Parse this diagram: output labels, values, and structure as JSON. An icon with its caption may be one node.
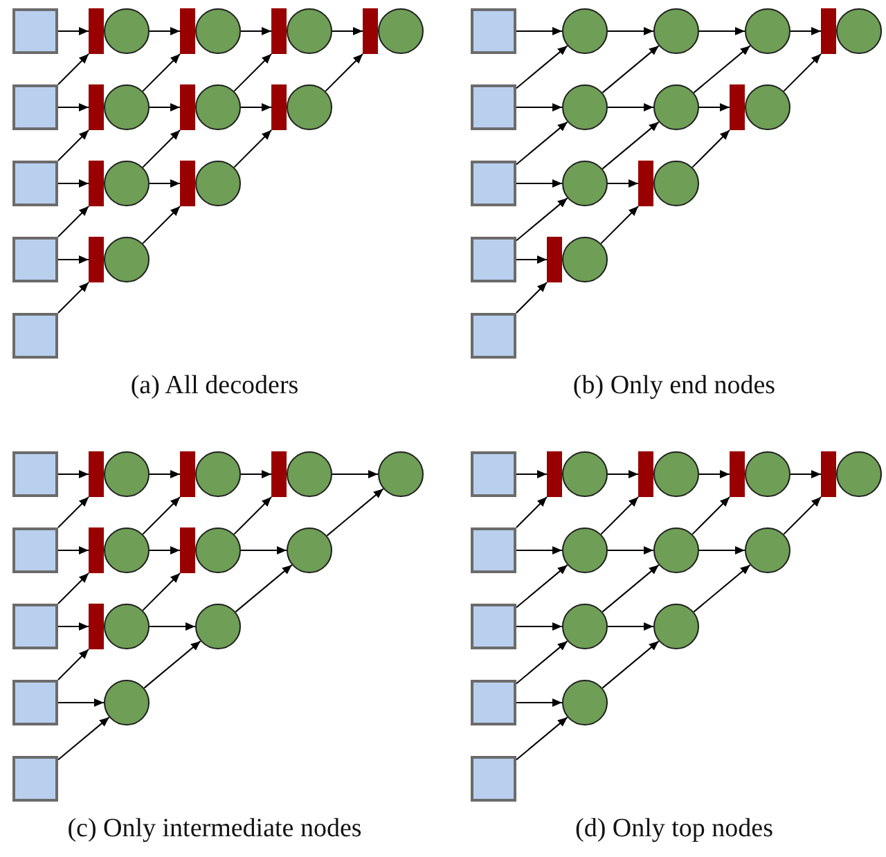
{
  "diagram": {
    "nodes": [
      {
        "text": [],
        "shape": "box"
      },
      {
        "text": [],
        "shape": "bar"
      },
      {
        "text": [],
        "shape": "circle"
      },
      {
        "text": [],
        "shape": "bar"
      },
      {
        "text": [],
        "shape": "circle"
      },
      {
        "text": [],
        "shape": "bar"
      },
      {
        "text": [],
        "shape": "circle"
      },
      {
        "text": [],
        "shape": "bar"
      },
      {
        "text": [],
        "shape": "circle"
      },
      {
        "text": [],
        "shape": "box"
      },
      {
        "text": [],
        "shape": "bar"
      },
      {
        "text": [],
        "shape": "circle"
      },
      {
        "text": [],
        "shape": "bar"
      },
      {
        "text": [],
        "shape": "circle"
      },
      {
        "text": [],
        "shape": "bar"
      },
      {
        "text": [],
        "shape": "circle"
      },
      {
        "text": [],
        "shape": "box"
      },
      {
        "text": [],
        "shape": "bar"
      },
      {
        "text": [],
        "shape": "circle"
      },
      {
        "text": [],
        "shape": "bar"
      },
      {
        "text": [],
        "shape": "circle"
      },
      {
        "text": [],
        "shape": "box"
      },
      {
        "text": [],
        "shape": "bar"
      },
      {
        "text": [],
        "shape": "circle"
      },
      {
        "text": [],
        "shape": "box"
      },
      {
        "text": [],
        "shape": "box"
      },
      {
        "text": [],
        "shape": "circle"
      },
      {
        "text": [],
        "shape": "circle"
      },
      {
        "text": [],
        "shape": "circle"
      },
      {
        "text": [],
        "shape": "bar"
      },
      {
        "text": [],
        "shape": "circle"
      },
      {
        "text": [],
        "shape": "box"
      },
      {
        "text": [],
        "shape": "circle"
      },
      {
        "text": [],
        "shape": "circle"
      },
      {
        "text": [],
        "shape": "bar"
      },
      {
        "text": [],
        "shape": "circle"
      },
      {
        "text": [],
        "shape": "box"
      },
      {
        "text": [],
        "shape": "circle"
      },
      {
        "text": [],
        "shape": "bar"
      },
      {
        "text": [],
        "shape": "circle"
      },
      {
        "text": [],
        "shape": "box"
      },
      {
        "text": [],
        "shape": "bar"
      },
      {
        "text": [],
        "shape": "circle"
      },
      {
        "text": [],
        "shape": "box"
      },
      {
        "text": [],
        "shape": "box"
      },
      {
        "text": [],
        "shape": "bar"
      },
      {
        "text": [],
        "shape": "circle"
      },
      {
        "text": [],
        "shape": "bar"
      },
      {
        "text": [],
        "shape": "circle"
      },
      {
        "text": [],
        "shape": "bar"
      },
      {
        "text": [],
        "shape": "circle"
      },
      {
        "text": [],
        "shape": "circle"
      },
      {
        "text": [],
        "shape": "box"
      },
      {
        "text": [],
        "shape": "bar"
      },
      {
        "text": [],
        "shape": "circle"
      },
      {
        "text": [],
        "shape": "bar"
      },
      {
        "text": [],
        "shape": "circle"
      },
      {
        "text": [],
        "shape": "circle"
      },
      {
        "text": [],
        "shape": "box"
      },
      {
        "text": [],
        "shape": "bar"
      },
      {
        "text": [],
        "shape": "circle"
      },
      {
        "text": [],
        "shape": "circle"
      },
      {
        "text": [],
        "shape": "box"
      },
      {
        "text": [],
        "shape": "circle"
      },
      {
        "text": [],
        "shape": "box"
      },
      {
        "text": [],
        "shape": "box"
      },
      {
        "text": [],
        "shape": "bar"
      },
      {
        "text": [],
        "shape": "circle"
      },
      {
        "text": [],
        "shape": "bar"
      },
      {
        "text": [],
        "shape": "circle"
      },
      {
        "text": [],
        "shape": "bar"
      },
      {
        "text": [],
        "shape": "circle"
      },
      {
        "text": [],
        "shape": "bar"
      },
      {
        "text": [],
        "shape": "circle"
      },
      {
        "text": [],
        "shape": "box"
      },
      {
        "text": [],
        "shape": "circle"
      },
      {
        "text": [],
        "shape": "circle"
      },
      {
        "text": [],
        "shape": "circle"
      },
      {
        "text": [],
        "shape": "box"
      },
      {
        "text": [],
        "shape": "circle"
      },
      {
        "text": [],
        "shape": "circle"
      },
      {
        "text": [],
        "shape": "box"
      },
      {
        "text": [],
        "shape": "circle"
      },
      {
        "text": [],
        "shape": "box"
      }
    ],
    "edges": [
      {
        "from": 0,
        "to": 1,
        "arrow": "to"
      },
      {
        "from": 9,
        "to": 1,
        "arrow": "to"
      },
      {
        "from": 2,
        "to": 3,
        "arrow": "to"
      },
      {
        "from": 11,
        "to": 3,
        "arrow": "to"
      },
      {
        "from": 4,
        "to": 5,
        "arrow": "to"
      },
      {
        "from": 13,
        "to": 5,
        "arrow": "to"
      },
      {
        "from": 6,
        "to": 7,
        "arrow": "to"
      },
      {
        "from": 15,
        "to": 7,
        "arrow": "to"
      },
      {
        "from": 9,
        "to": 10,
        "arrow": "to"
      },
      {
        "from": 16,
        "to": 10,
        "arrow": "to"
      },
      {
        "from": 11,
        "to": 12,
        "arrow": "to"
      },
      {
        "from": 18,
        "to": 12,
        "arrow": "to"
      },
      {
        "from": 13,
        "to": 14,
        "arrow": "to"
      },
      {
        "from": 20,
        "to": 14,
        "arrow": "to"
      },
      {
        "from": 16,
        "to": 17,
        "arrow": "to"
      },
      {
        "from": 21,
        "to": 17,
        "arrow": "to"
      },
      {
        "from": 18,
        "to": 19,
        "arrow": "to"
      },
      {
        "from": 23,
        "to": 19,
        "arrow": "to"
      },
      {
        "from": 21,
        "to": 22,
        "arrow": "to"
      },
      {
        "from": 24,
        "to": 22,
        "arrow": "to"
      },
      {
        "from": 25,
        "to": 26,
        "arrow": "to"
      },
      {
        "from": 31,
        "to": 26,
        "arrow": "to"
      },
      {
        "from": 26,
        "to": 27,
        "arrow": "to"
      },
      {
        "from": 32,
        "to": 27,
        "arrow": "to"
      },
      {
        "from": 27,
        "to": 28,
        "arrow": "to"
      },
      {
        "from": 33,
        "to": 28,
        "arrow": "to"
      },
      {
        "from": 28,
        "to": 29,
        "arrow": "to"
      },
      {
        "from": 35,
        "to": 29,
        "arrow": "to"
      },
      {
        "from": 31,
        "to": 32,
        "arrow": "to"
      },
      {
        "from": 36,
        "to": 32,
        "arrow": "to"
      },
      {
        "from": 32,
        "to": 33,
        "arrow": "to"
      },
      {
        "from": 37,
        "to": 33,
        "arrow": "to"
      },
      {
        "from": 33,
        "to": 34,
        "arrow": "to"
      },
      {
        "from": 39,
        "to": 34,
        "arrow": "to"
      },
      {
        "from": 36,
        "to": 37,
        "arrow": "to"
      },
      {
        "from": 40,
        "to": 37,
        "arrow": "to"
      },
      {
        "from": 37,
        "to": 38,
        "arrow": "to"
      },
      {
        "from": 42,
        "to": 38,
        "arrow": "to"
      },
      {
        "from": 40,
        "to": 41,
        "arrow": "to"
      },
      {
        "from": 43,
        "to": 41,
        "arrow": "to"
      },
      {
        "from": 44,
        "to": 45,
        "arrow": "to"
      },
      {
        "from": 52,
        "to": 45,
        "arrow": "to"
      },
      {
        "from": 46,
        "to": 47,
        "arrow": "to"
      },
      {
        "from": 54,
        "to": 47,
        "arrow": "to"
      },
      {
        "from": 48,
        "to": 49,
        "arrow": "to"
      },
      {
        "from": 56,
        "to": 49,
        "arrow": "to"
      },
      {
        "from": 50,
        "to": 51,
        "arrow": "to"
      },
      {
        "from": 57,
        "to": 51,
        "arrow": "to"
      },
      {
        "from": 52,
        "to": 53,
        "arrow": "to"
      },
      {
        "from": 58,
        "to": 53,
        "arrow": "to"
      },
      {
        "from": 54,
        "to": 55,
        "arrow": "to"
      },
      {
        "from": 60,
        "to": 55,
        "arrow": "to"
      },
      {
        "from": 56,
        "to": 57,
        "arrow": "to"
      },
      {
        "from": 61,
        "to": 57,
        "arrow": "to"
      },
      {
        "from": 58,
        "to": 59,
        "arrow": "to"
      },
      {
        "from": 62,
        "to": 59,
        "arrow": "to"
      },
      {
        "from": 60,
        "to": 61,
        "arrow": "to"
      },
      {
        "from": 63,
        "to": 61,
        "arrow": "to"
      },
      {
        "from": 62,
        "to": 63,
        "arrow": "to"
      },
      {
        "from": 64,
        "to": 63,
        "arrow": "to"
      },
      {
        "from": 65,
        "to": 66,
        "arrow": "to"
      },
      {
        "from": 74,
        "to": 66,
        "arrow": "to"
      },
      {
        "from": 67,
        "to": 68,
        "arrow": "to"
      },
      {
        "from": 75,
        "to": 68,
        "arrow": "to"
      },
      {
        "from": 69,
        "to": 70,
        "arrow": "to"
      },
      {
        "from": 76,
        "to": 70,
        "arrow": "to"
      },
      {
        "from": 71,
        "to": 72,
        "arrow": "to"
      },
      {
        "from": 77,
        "to": 72,
        "arrow": "to"
      },
      {
        "from": 74,
        "to": 75,
        "arrow": "to"
      },
      {
        "from": 78,
        "to": 75,
        "arrow": "to"
      },
      {
        "from": 75,
        "to": 76,
        "arrow": "to"
      },
      {
        "from": 79,
        "to": 76,
        "arrow": "to"
      },
      {
        "from": 76,
        "to": 77,
        "arrow": "to"
      },
      {
        "from": 80,
        "to": 77,
        "arrow": "to"
      },
      {
        "from": 78,
        "to": 79,
        "arrow": "to"
      },
      {
        "from": 81,
        "to": 79,
        "arrow": "to"
      },
      {
        "from": 79,
        "to": 80,
        "arrow": "to"
      },
      {
        "from": 82,
        "to": 80,
        "arrow": "to"
      },
      {
        "from": 81,
        "to": 82,
        "arrow": "to"
      },
      {
        "from": 83,
        "to": 82,
        "arrow": "to"
      }
    ],
    "labels": [
      "(a) All decoders",
      "(b) Only end nodes",
      "(c) Only intermediate nodes",
      "(d) Only top nodes"
    ]
  }
}
